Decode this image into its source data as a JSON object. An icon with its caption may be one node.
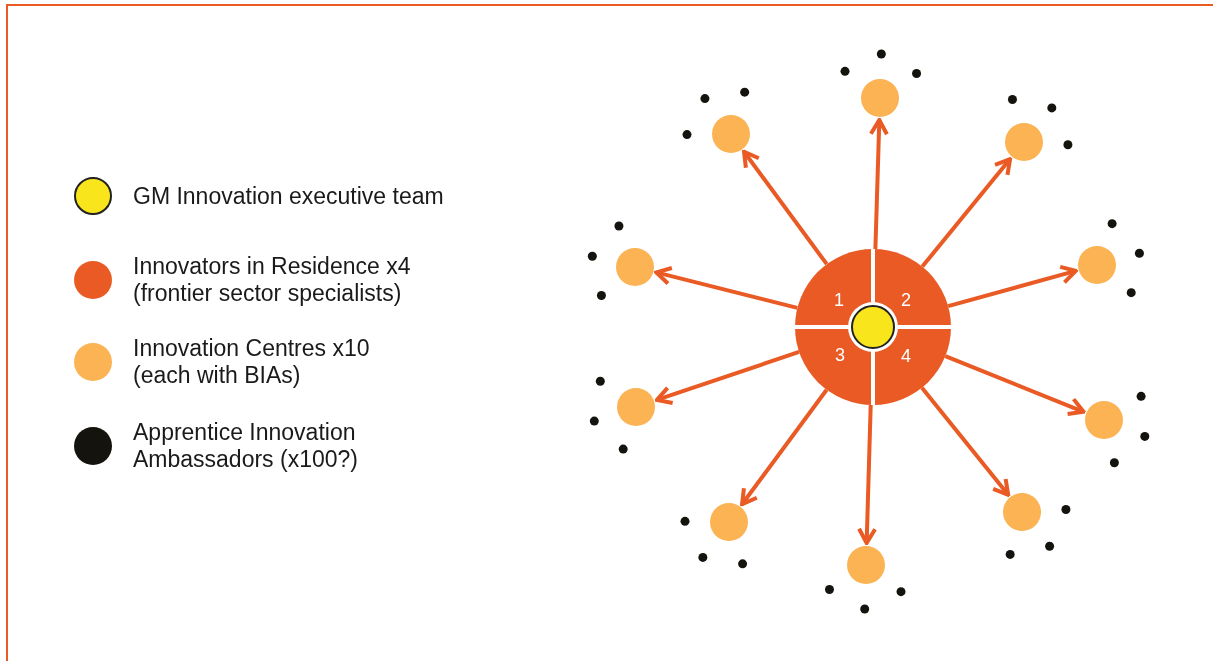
{
  "diagram": {
    "nodes": [
      {
        "text": [],
        "shape": "circle"
      },
      {
        "text": [
          "1"
        ],
        "in": 0
      },
      {
        "text": [
          "2"
        ],
        "in": 0
      },
      {
        "text": [
          "3"
        ],
        "in": 0
      },
      {
        "text": [
          "4"
        ],
        "in": 0
      },
      {
        "text": [],
        "shape": "circle",
        "in": 0
      },
      {
        "text": [],
        "shape": "circle"
      },
      {
        "text": [],
        "shape": "circle"
      },
      {
        "text": [],
        "shape": "circle"
      },
      {
        "text": [],
        "shape": "circle"
      },
      {
        "text": [],
        "shape": "circle"
      },
      {
        "text": [],
        "shape": "circle"
      },
      {
        "text": [],
        "shape": "circle"
      },
      {
        "text": [],
        "shape": "circle"
      },
      {
        "text": [],
        "shape": "circle"
      },
      {
        "text": [],
        "shape": "circle"
      }
    ],
    "edges": [
      {
        "from": 0,
        "to": 6,
        "arrow": "to"
      },
      {
        "from": 0,
        "to": 7,
        "arrow": "to"
      },
      {
        "from": 0,
        "to": 8,
        "arrow": "to"
      },
      {
        "from": 0,
        "to": 9,
        "arrow": "to"
      },
      {
        "from": 0,
        "to": 10,
        "arrow": "to"
      },
      {
        "from": 0,
        "to": 11,
        "arrow": "to"
      },
      {
        "from": 0,
        "to": 12,
        "arrow": "to"
      },
      {
        "from": 0,
        "to": 13,
        "arrow": "to"
      },
      {
        "from": 0,
        "to": 14,
        "arrow": "to"
      },
      {
        "from": 0,
        "to": 15,
        "arrow": "to"
      }
    ],
    "legend": [
      {
        "text": "GM Innovation executive team",
        "color": "#f9e51c"
      },
      {
        "text": "Innovators in Residence x4 (frontier sector specialists)",
        "color": "#e95a24"
      },
      {
        "text": "Innovation Centres x10 (each with BIAs)",
        "color": "#fbb353"
      },
      {
        "text": "Apprentice Innovation Ambassadors (x100?)",
        "color": "#15130e"
      }
    ]
  }
}
